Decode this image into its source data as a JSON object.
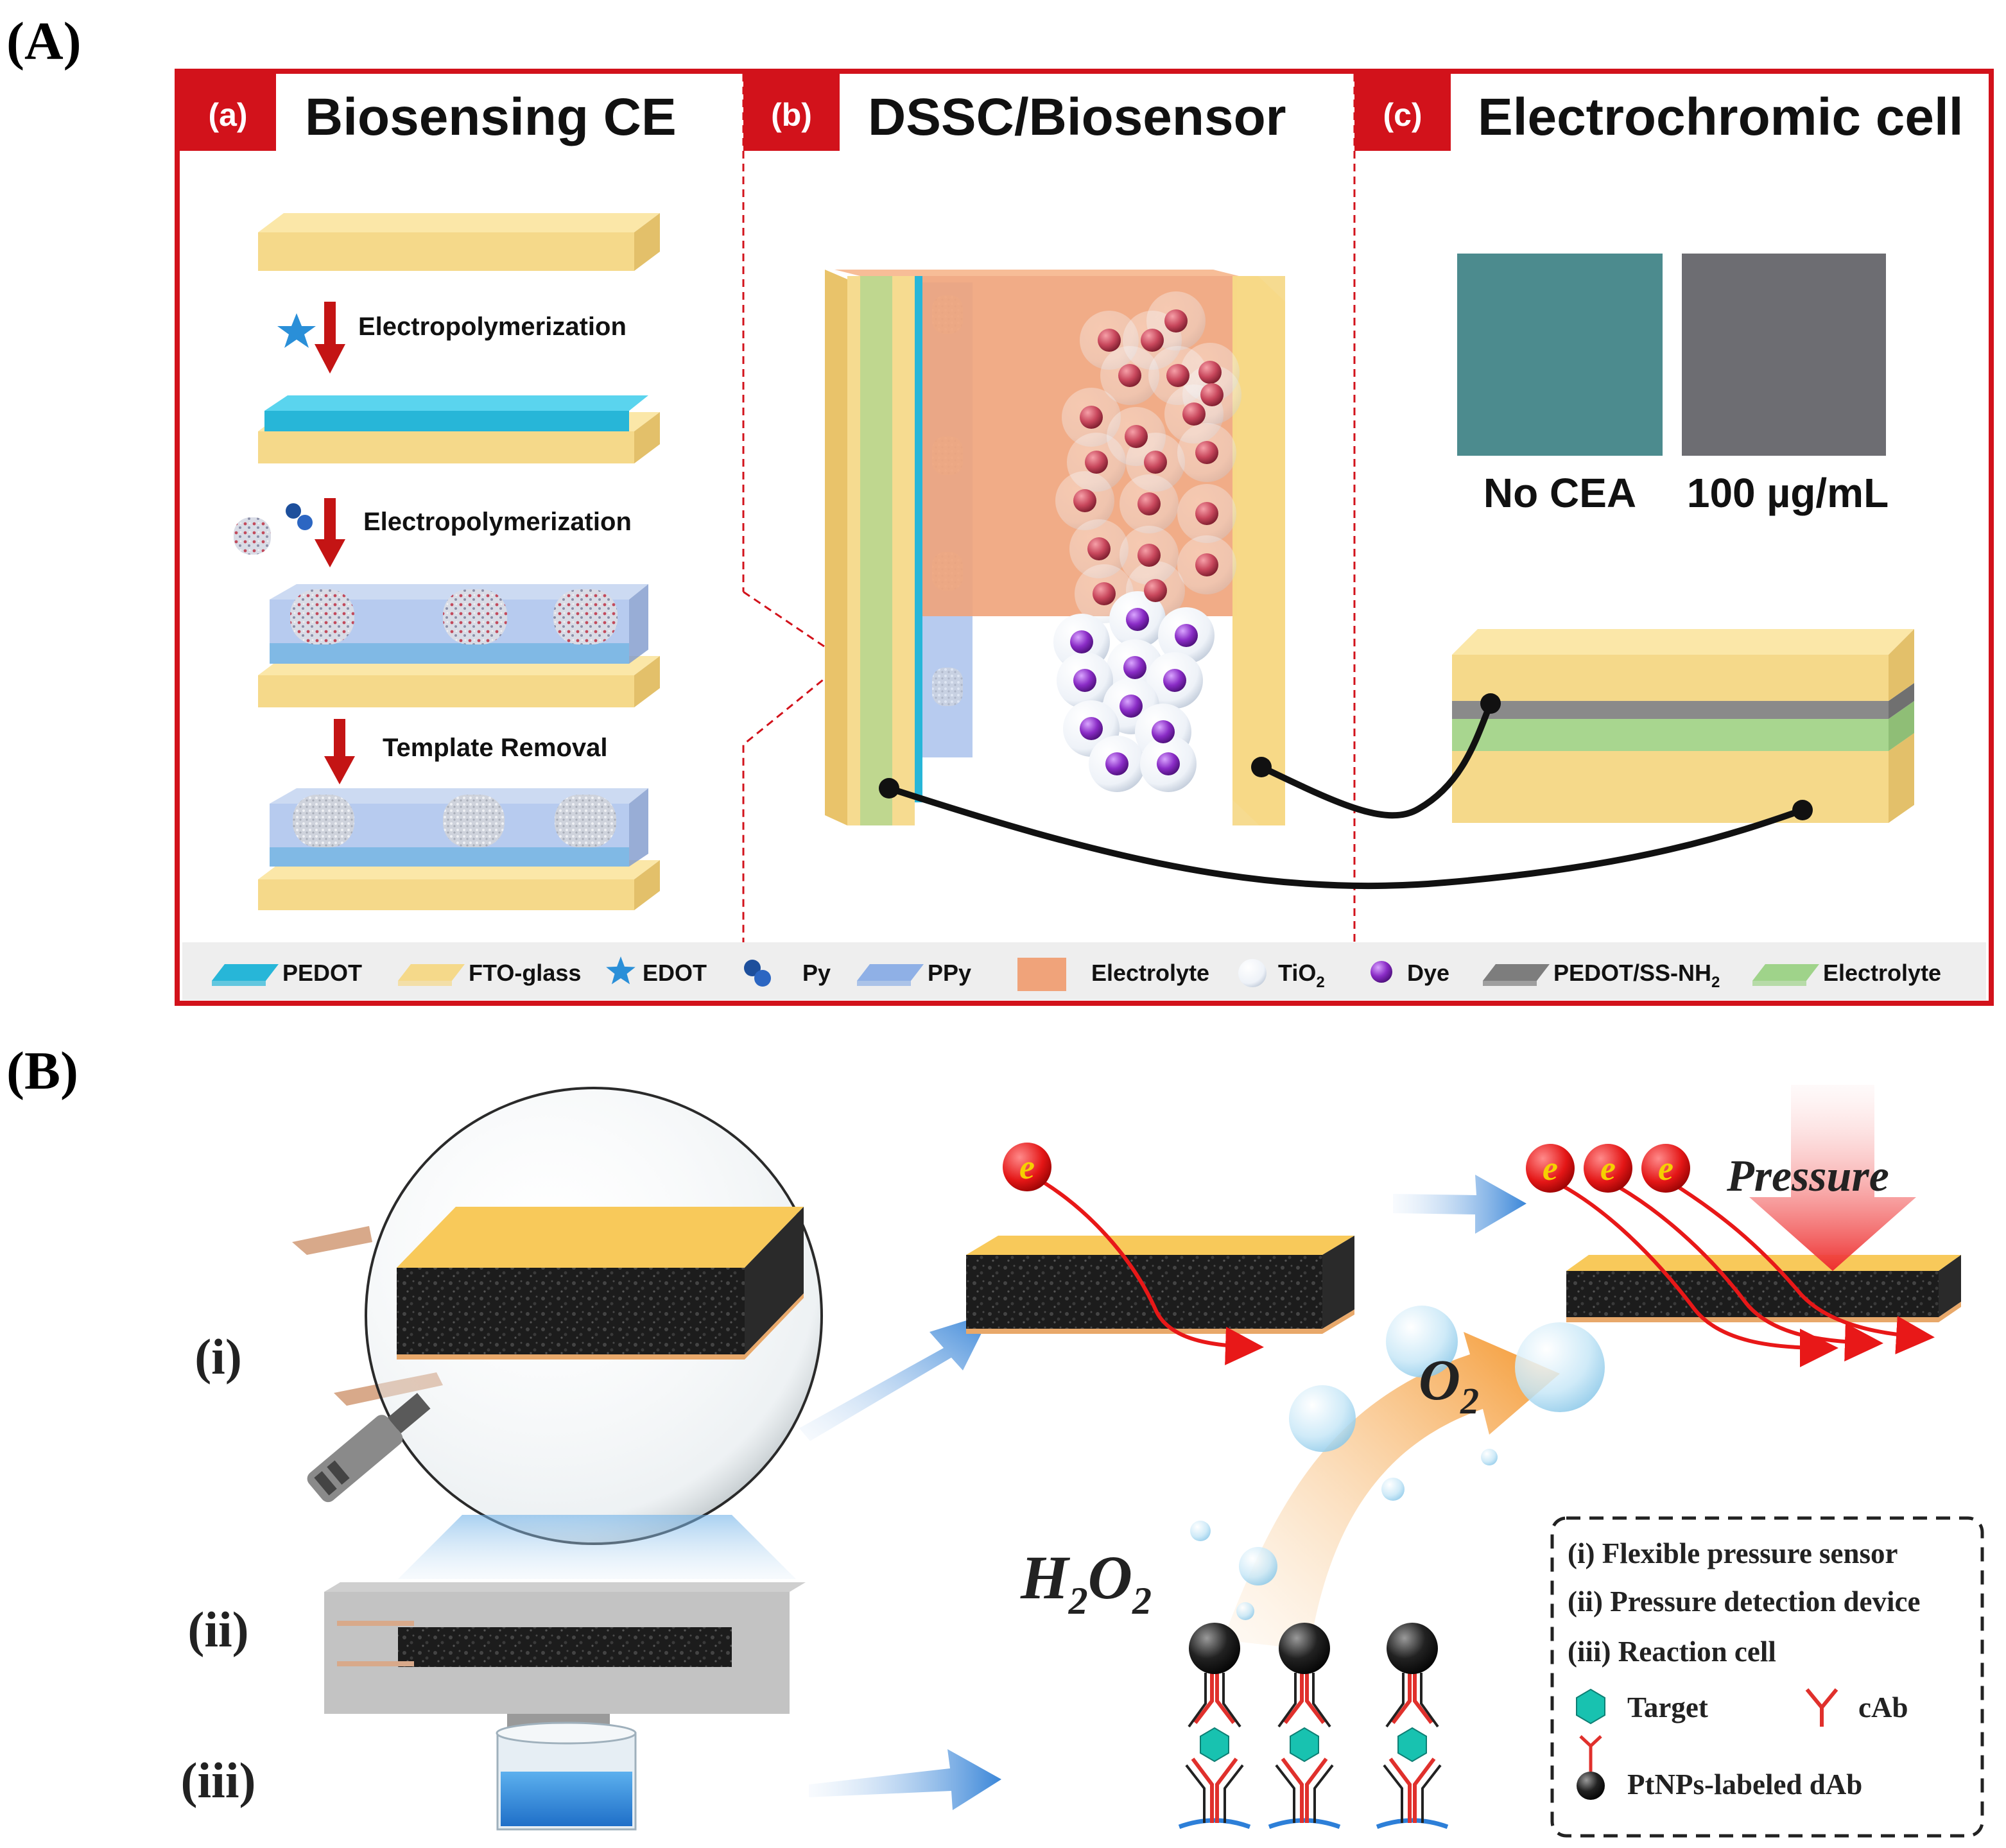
{
  "figure": {
    "part_a": {
      "label": "(A)",
      "panels": [
        {
          "tag": "(a)",
          "title": "Biosensing CE"
        },
        {
          "tag": "(b)",
          "title": "DSSC/Biosensor"
        },
        {
          "tag": "(c)",
          "title": "Electrochromic cell"
        }
      ],
      "steps": [
        "Electropolymerization",
        "Electropolymerization",
        "Template Removal"
      ],
      "swatches": [
        "No CEA",
        "100 µg/mL"
      ],
      "legend": [
        {
          "label": "PEDOT",
          "icon": "slab",
          "color": "#27b6d8"
        },
        {
          "label": "FTO-glass",
          "icon": "slab",
          "color": "#f5d98a"
        },
        {
          "label": "EDOT",
          "icon": "star",
          "color": "#2a8fd8"
        },
        {
          "label": "Py",
          "icon": "pellets",
          "color": "#1d4f9c"
        },
        {
          "label": "PPy",
          "icon": "slab",
          "color": "#8fb0e6"
        },
        {
          "label": "Electrolyte",
          "icon": "cube",
          "color": "#f0a37a"
        },
        {
          "label": "TiO",
          "sub": "2",
          "icon": "sphere",
          "color": "#e8eef6"
        },
        {
          "label": "Dye",
          "icon": "dot",
          "color": "#7a2aa8"
        },
        {
          "label": "PEDOT/SS-NH",
          "sub": "2",
          "icon": "slab",
          "color": "#7d7d7d"
        },
        {
          "label": "Electrolyte",
          "icon": "slab",
          "color": "#9fd38a"
        }
      ]
    },
    "part_b": {
      "label": "(B)",
      "roman": [
        "(i)",
        "(ii)",
        "(iii)"
      ],
      "electron": "e",
      "pressure": "Pressure",
      "o2": {
        "main": "O",
        "sub": "2"
      },
      "h2o2": {
        "h": "H",
        "s1": "2",
        "o": "O",
        "s2": "2"
      },
      "key": [
        "(i) Flexible pressure sensor",
        "(ii) Pressure detection device",
        "(iii) Reaction cell"
      ],
      "key_icons": [
        {
          "label": "Target",
          "icon": "hexagon",
          "color": "#18c2b0"
        },
        {
          "label": "cAb",
          "icon": "antibody",
          "color": "#e0302c"
        },
        {
          "label": "PtNPs-labeled dAb",
          "icon": "black-sphere",
          "color": "#111111"
        }
      ]
    },
    "colors": {
      "frame": "#d2121b",
      "fto": "#f5d98a",
      "pedot": "#27b6d8",
      "ppy": "#9fb9ea",
      "electrolyte": "#f0a37a",
      "ec_green": "#a8d68f",
      "ec_gray": "#8a8a8a",
      "sponge": "#1c1c1c"
    }
  }
}
